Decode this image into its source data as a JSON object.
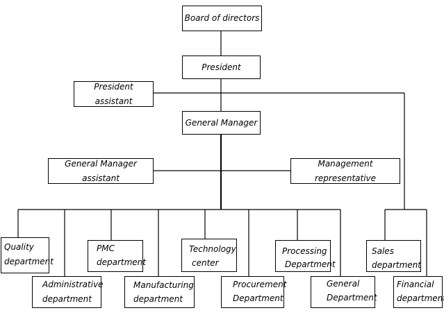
{
  "org_chart": {
    "board": "Board of directors",
    "president": "President",
    "president_assistant": "President assistant",
    "general_manager": "General Manager",
    "gm_assistant": "General Manager assistant",
    "management_representative": "Management representative",
    "quality_department": [
      "Quality",
      "department"
    ],
    "administrative_department": [
      "Administrative",
      "department"
    ],
    "pmc_department": [
      "PMC",
      "department"
    ],
    "manufacturing_department": [
      "Manufacturing",
      "department"
    ],
    "technology_center": [
      "Technology",
      "center"
    ],
    "procurement_department": [
      "Procurement",
      "Department"
    ],
    "processing_department": [
      "Processing",
      "Department"
    ],
    "general_department": [
      "General",
      "Department"
    ],
    "sales_department": [
      "Sales",
      "department"
    ],
    "financial_department": [
      "Financial",
      "department"
    ]
  }
}
